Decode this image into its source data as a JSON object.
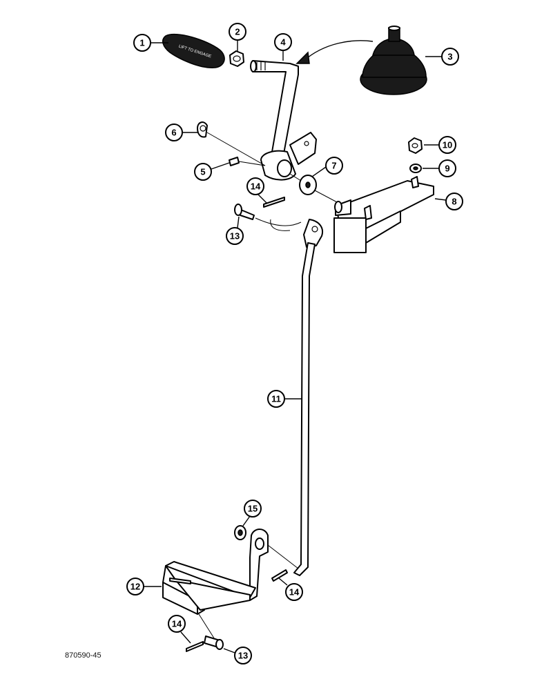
{
  "figure_code": "870590-45",
  "knob_text": "LIFT TO ENGAGE",
  "callouts": [
    {
      "id": "1",
      "label": "1"
    },
    {
      "id": "2",
      "label": "2"
    },
    {
      "id": "3",
      "label": "3"
    },
    {
      "id": "4",
      "label": "4"
    },
    {
      "id": "5",
      "label": "5"
    },
    {
      "id": "6",
      "label": "6"
    },
    {
      "id": "7",
      "label": "7"
    },
    {
      "id": "8",
      "label": "8"
    },
    {
      "id": "9",
      "label": "9"
    },
    {
      "id": "10",
      "label": "10"
    },
    {
      "id": "11",
      "label": "11"
    },
    {
      "id": "12",
      "label": "12"
    },
    {
      "id": "13a",
      "label": "13"
    },
    {
      "id": "13b",
      "label": "13"
    },
    {
      "id": "14a",
      "label": "14"
    },
    {
      "id": "14b",
      "label": "14"
    },
    {
      "id": "14c",
      "label": "14"
    },
    {
      "id": "15",
      "label": "15"
    }
  ]
}
